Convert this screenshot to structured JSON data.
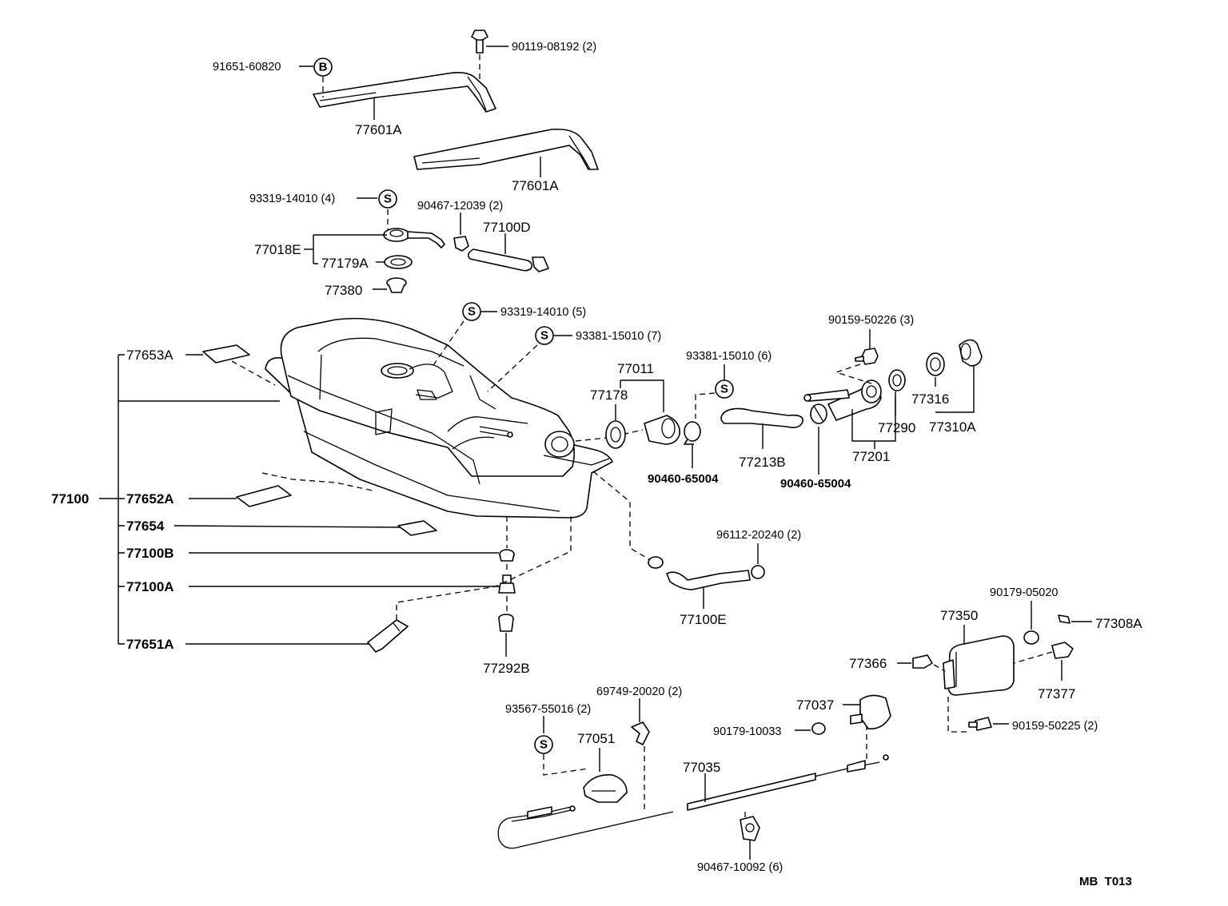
{
  "diagram": {
    "labels": {
      "p91651": "91651-60820",
      "p90119": "90119-08192 (2)",
      "p77601a_1": "77601A",
      "p77601a_2": "77601A",
      "p93319_4": "93319-14010 (4)",
      "p90467_12039": "90467-12039 (2)",
      "p77100d": "77100D",
      "p77018e": "77018E",
      "p77179a": "77179A",
      "p77380": "77380",
      "p93319_5": "93319-14010 (5)",
      "p93381_7": "93381-15010 (7)",
      "p77653a": "77653A",
      "p90159_50226": "90159-50226 (3)",
      "p77011": "77011",
      "p77178": "77178",
      "p93381_6": "93381-15010 (6)",
      "p77316": "77316",
      "p77290": "77290",
      "p77310a": "77310A",
      "p77213b": "77213B",
      "p77201": "77201",
      "p90460_a": "90460-65004",
      "p90460_b": "90460-65004",
      "p77100": "77100",
      "p77652a": "77652A",
      "p77654": "77654",
      "p77100b": "77100B",
      "p77100a": "77100A",
      "p77651a": "77651A",
      "p96112": "96112-20240 (2)",
      "p77100e": "77100E",
      "p77292b": "77292B",
      "p90179_05020": "90179-05020",
      "p77350": "77350",
      "p77308a": "77308A",
      "p77366": "77366",
      "p77377": "77377",
      "p69749": "69749-20020 (2)",
      "p93567": "93567-55016 (2)",
      "p77051": "77051",
      "p77037": "77037",
      "p90179_10033": "90179-10033",
      "p90159_50225": "90159-50225 (2)",
      "p77035": "77035",
      "p90467_10092": "90467-10092 (6)",
      "code": "MB  T013"
    },
    "symbols": {
      "b": "B",
      "s1": "S",
      "s2": "S",
      "s3": "S",
      "s4": "S",
      "s5": "S"
    }
  }
}
